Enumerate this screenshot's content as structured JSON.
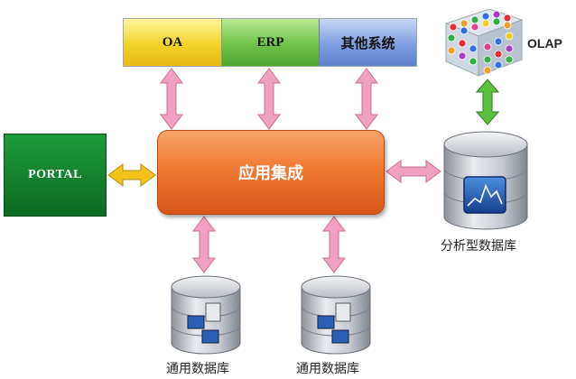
{
  "top_systems": {
    "oa": "OA",
    "erp": "ERP",
    "other": "其他系统"
  },
  "portal": "PORTAL",
  "integration": "应用集成",
  "olap": "OLAP",
  "analytic_db": "分析型数据库",
  "general_db_1": "通用数据库",
  "general_db_2": "通用数据库",
  "colors": {
    "arrow_pink": "#f0a0c0",
    "arrow_green": "#5cbf3f",
    "arrow_yellow": "#f2c21b",
    "integration": "#f07a32",
    "portal": "#12802c"
  }
}
